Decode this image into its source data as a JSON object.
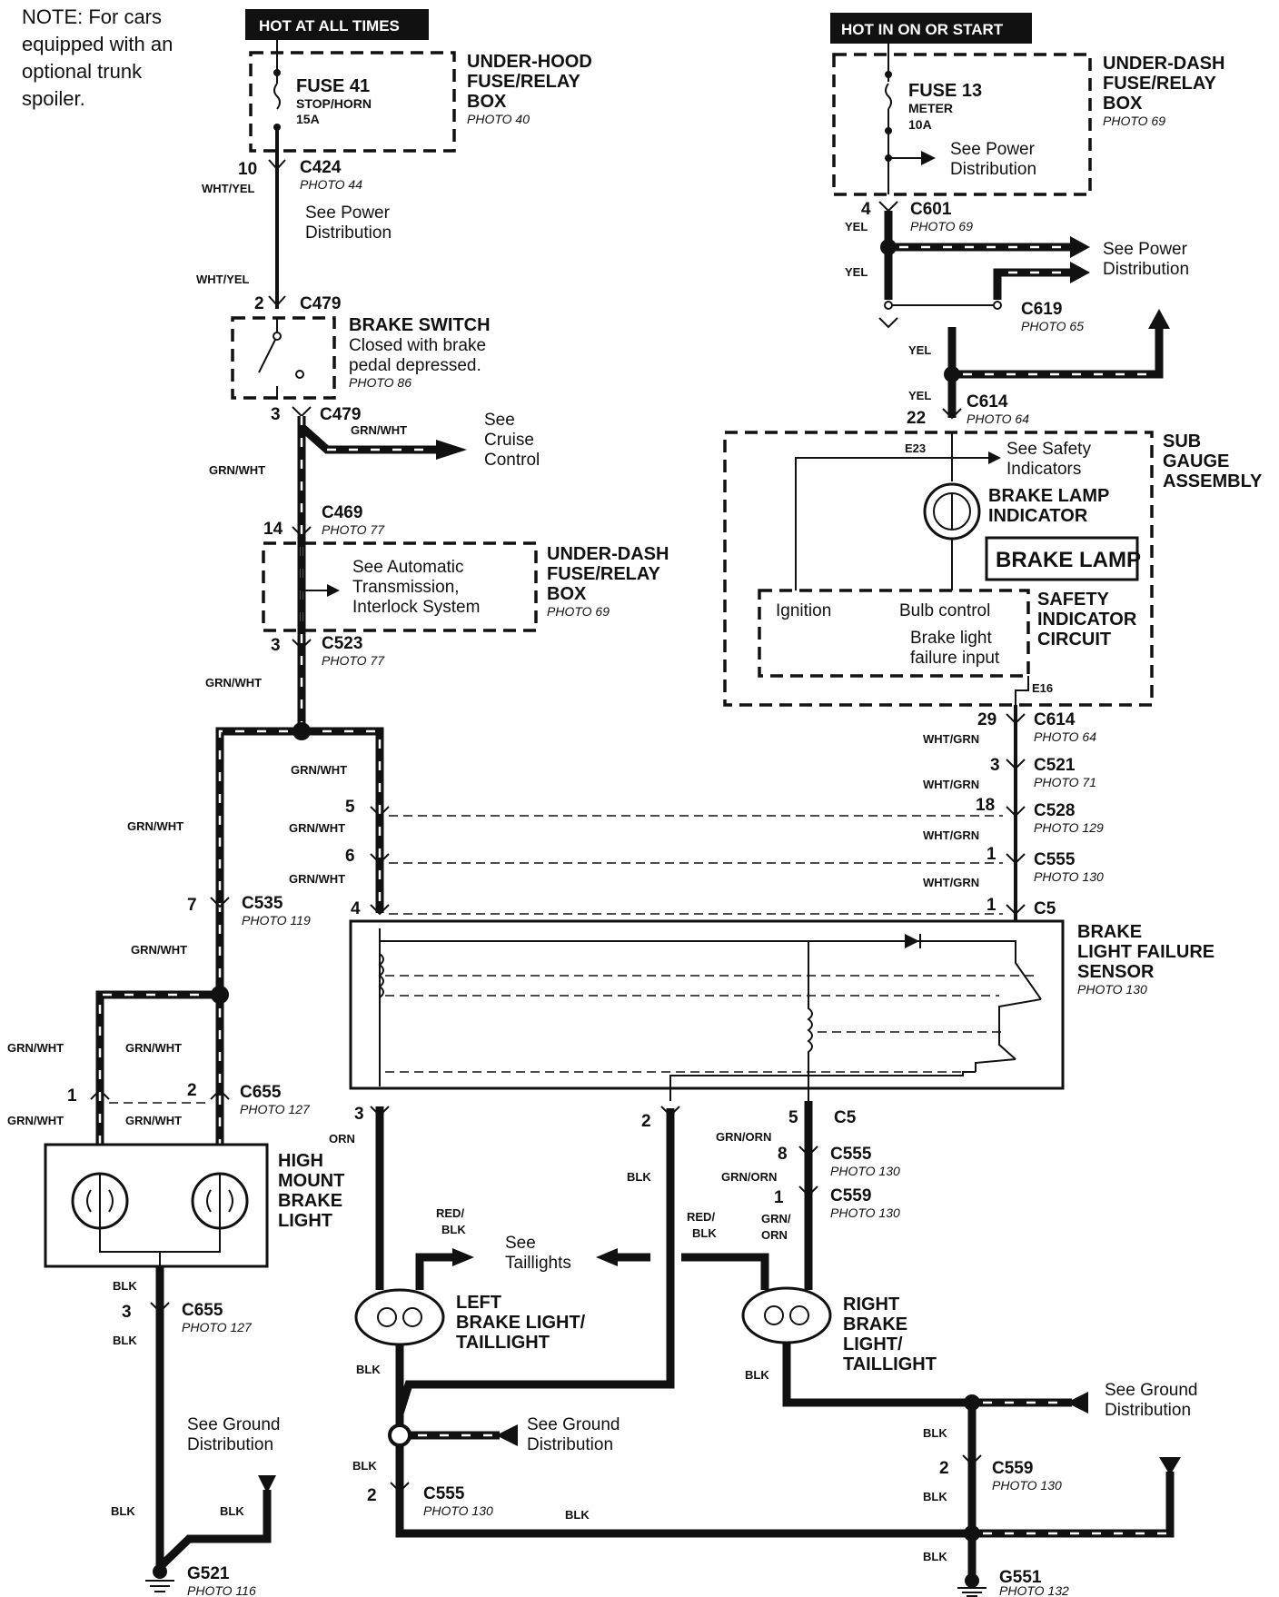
{
  "note": [
    "NOTE: For cars",
    "equipped with an",
    "optional trunk",
    "spoiler."
  ],
  "labels": {
    "hot_all_times": "HOT AT ALL TIMES",
    "hot_on_start": "HOT IN ON OR START"
  },
  "boxes": {
    "underhood": [
      "UNDER-HOOD",
      "FUSE/RELAY",
      "BOX"
    ],
    "underhood_photo": "PHOTO 40",
    "underdash_top": [
      "UNDER-DASH",
      "FUSE/RELAY",
      "BOX"
    ],
    "underdash_top_photo": "PHOTO 69",
    "underdash_mid": [
      "UNDER-DASH",
      "FUSE/RELAY",
      "BOX"
    ],
    "underdash_mid_photo": "PHOTO 69",
    "sub_gauge": [
      "SUB",
      "GAUGE",
      "ASSEMBLY"
    ],
    "safety": [
      "SAFETY",
      "INDICATOR",
      "CIRCUIT"
    ],
    "sensor": [
      "BRAKE",
      "LIGHT FAILURE",
      "SENSOR"
    ],
    "sensor_photo": "PHOTO 130"
  },
  "fuses": {
    "f41": {
      "name": "FUSE 41",
      "desc": "STOP/HORN",
      "amp": "15A"
    },
    "f13": {
      "name": "FUSE 13",
      "desc": "METER",
      "amp": "10A"
    }
  },
  "texts": {
    "see_power_1": [
      "See Power",
      "Distribution"
    ],
    "see_power_2": [
      "See Power",
      "Distribution"
    ],
    "see_power_3": [
      "See Power",
      "Distribution"
    ],
    "brake_switch": "BRAKE SWITCH",
    "brake_switch_desc": [
      "Closed with brake",
      "pedal depressed."
    ],
    "brake_switch_photo": "PHOTO 86",
    "see_cruise": [
      "See",
      "Cruise",
      "Control"
    ],
    "see_auto": [
      "See Automatic",
      "Transmission,",
      "Interlock System"
    ],
    "see_safety": [
      "See Safety",
      "Indicators"
    ],
    "brake_lamp_ind": [
      "BRAKE LAMP",
      "INDICATOR"
    ],
    "brake_lamp_display": "BRAKE LAMP",
    "ignition": "Ignition",
    "bulb_control": "Bulb control",
    "failure_input": [
      "Brake light",
      "failure input"
    ],
    "e23": "E23",
    "e16": "E16",
    "high_mount": [
      "HIGH",
      "MOUNT",
      "BRAKE",
      "LIGHT"
    ],
    "left_light": [
      "LEFT",
      "BRAKE LIGHT/",
      "TAILLIGHT"
    ],
    "right_light": [
      "RIGHT",
      "BRAKE",
      "LIGHT/",
      "TAILLIGHT"
    ],
    "see_taillights": [
      "See",
      "Taillights"
    ],
    "see_ground_1": [
      "See Ground",
      "Distribution"
    ],
    "see_ground_2": [
      "See Ground",
      "Distribution"
    ],
    "see_ground_3": [
      "See Ground",
      "Distribution"
    ]
  },
  "connectors": [
    {
      "id": "c424",
      "name": "C424",
      "photo": "PHOTO 44",
      "pin": "10"
    },
    {
      "id": "c479a",
      "name": "C479",
      "photo": "",
      "pin": "2"
    },
    {
      "id": "c479b",
      "name": "C479",
      "photo": "",
      "pin": "3"
    },
    {
      "id": "c469",
      "name": "C469",
      "photo": "PHOTO 77",
      "pin": "14"
    },
    {
      "id": "c523",
      "name": "C523",
      "photo": "PHOTO 77",
      "pin": "3"
    },
    {
      "id": "c535",
      "name": "C535",
      "photo": "PHOTO 119",
      "pin": "7"
    },
    {
      "id": "c655a",
      "name": "C655",
      "photo": "PHOTO 127",
      "pin": "2"
    },
    {
      "id": "c655b",
      "name": "C655",
      "photo": "PHOTO 127",
      "pin": "3"
    },
    {
      "id": "c601",
      "name": "C601",
      "photo": "PHOTO 69",
      "pin": "4"
    },
    {
      "id": "c619",
      "name": "C619",
      "photo": "PHOTO 65",
      "pin": ""
    },
    {
      "id": "c614a",
      "name": "C614",
      "photo": "PHOTO 64",
      "pin": "22"
    },
    {
      "id": "c614b",
      "name": "C614",
      "photo": "PHOTO 64",
      "pin": "29"
    },
    {
      "id": "c521",
      "name": "C521",
      "photo": "PHOTO 71",
      "pin": "3"
    },
    {
      "id": "c528",
      "name": "C528",
      "photo": "PHOTO 129",
      "pin": "18"
    },
    {
      "id": "c555a",
      "name": "C555",
      "photo": "PHOTO 130",
      "pin": "1"
    },
    {
      "id": "c5a",
      "name": "C5",
      "photo": "",
      "pin": "1"
    },
    {
      "id": "c5b",
      "name": "C5",
      "photo": "",
      "pin": "5"
    },
    {
      "id": "c555b",
      "name": "C555",
      "photo": "PHOTO 130",
      "pin": "8"
    },
    {
      "id": "c559a",
      "name": "C559",
      "photo": "PHOTO 130",
      "pin": "1"
    },
    {
      "id": "c555c",
      "name": "C555",
      "photo": "PHOTO 130",
      "pin": "2"
    },
    {
      "id": "c559b",
      "name": "C559",
      "photo": "PHOTO 130",
      "pin": "2"
    }
  ],
  "grounds": [
    {
      "name": "G521",
      "photo": "PHOTO 116"
    },
    {
      "name": "G551",
      "photo": "PHOTO 132"
    }
  ],
  "wire_colors": {
    "wht_yel": "WHT/YEL",
    "grn_wht": "GRN/WHT",
    "yel": "YEL",
    "wht_grn": "WHT/GRN",
    "grn_orn": "GRN/ORN",
    "grn_orn_split": [
      "GRN/",
      "ORN"
    ],
    "orn": "ORN",
    "blk": "BLK",
    "red_blk": [
      "RED/",
      "BLK"
    ]
  },
  "sensor_pins": [
    "5",
    "6",
    "4",
    "3",
    "2"
  ],
  "lamp_pins": [
    "1",
    "2"
  ]
}
